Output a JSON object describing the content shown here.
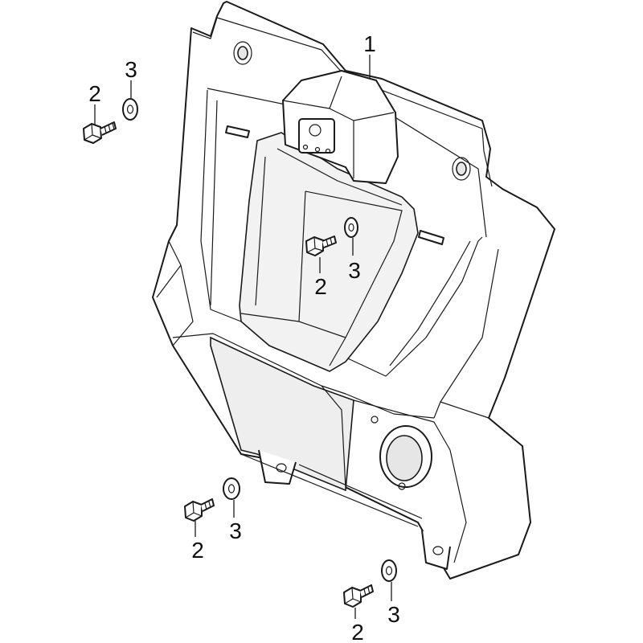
{
  "diagram": {
    "callouts": [
      {
        "id": "part-1",
        "text": "1"
      },
      {
        "id": "bolt-a",
        "text": "2"
      },
      {
        "id": "washer-a",
        "text": "3"
      },
      {
        "id": "bolt-b",
        "text": "2"
      },
      {
        "id": "washer-b",
        "text": "3"
      },
      {
        "id": "bolt-c",
        "text": "2"
      },
      {
        "id": "washer-c",
        "text": "3"
      },
      {
        "id": "bolt-d",
        "text": "2"
      },
      {
        "id": "washer-d",
        "text": "3"
      }
    ]
  }
}
